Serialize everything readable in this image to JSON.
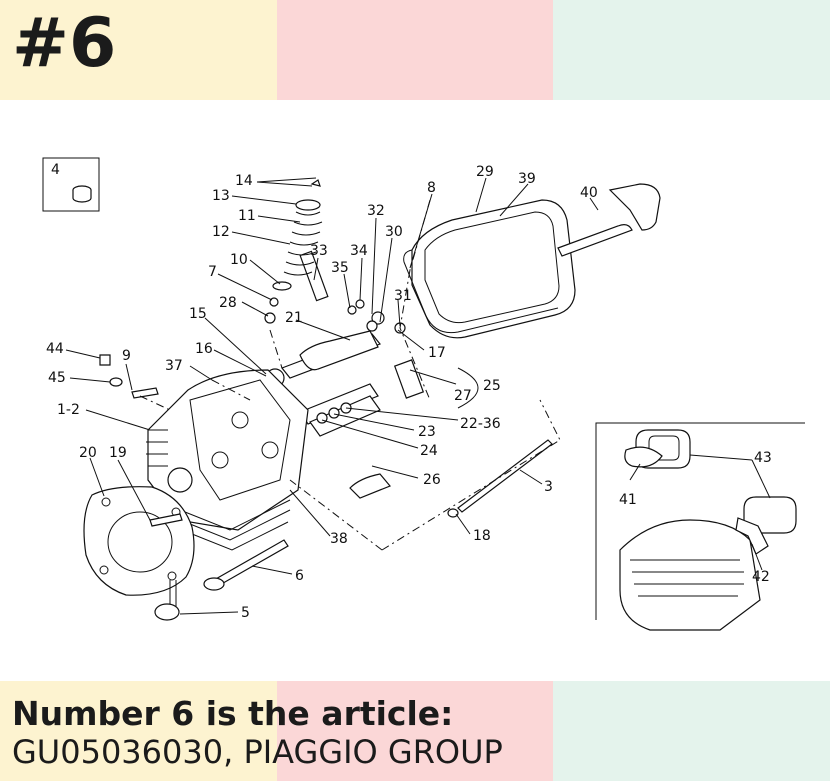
{
  "badge": "#6",
  "caption": {
    "line1": "Number 6 is the article:",
    "line2": "GU05036030, PIAGGIO GROUP"
  },
  "colors": {
    "band_yellow": "#fdf3d0",
    "band_pink": "#fbd7d7",
    "band_green": "#e4f3ec",
    "text": "#1b1b1b"
  },
  "callouts": {
    "c4": "4",
    "c14": "14",
    "c13": "13",
    "c11": "11",
    "c12": "12",
    "c10": "10",
    "c7": "7",
    "c28": "28",
    "c15": "15",
    "c16": "16",
    "c37": "37",
    "c44": "44",
    "c45": "45",
    "c9": "9",
    "c1_2": "1-2",
    "c20": "20",
    "c19": "19",
    "c33": "33",
    "c34": "34",
    "c35": "35",
    "c32": "32",
    "c30": "30",
    "c8": "8",
    "c29": "29",
    "c39": "39",
    "c40": "40",
    "c31": "31",
    "c21": "21",
    "c17": "17",
    "c25": "25",
    "c27": "27",
    "c22_36": "22-36",
    "c23": "23",
    "c24": "24",
    "c26": "26",
    "c3": "3",
    "c38": "38",
    "c18": "18",
    "c6": "6",
    "c5": "5",
    "c43": "43",
    "c41": "41",
    "c42": "42"
  }
}
